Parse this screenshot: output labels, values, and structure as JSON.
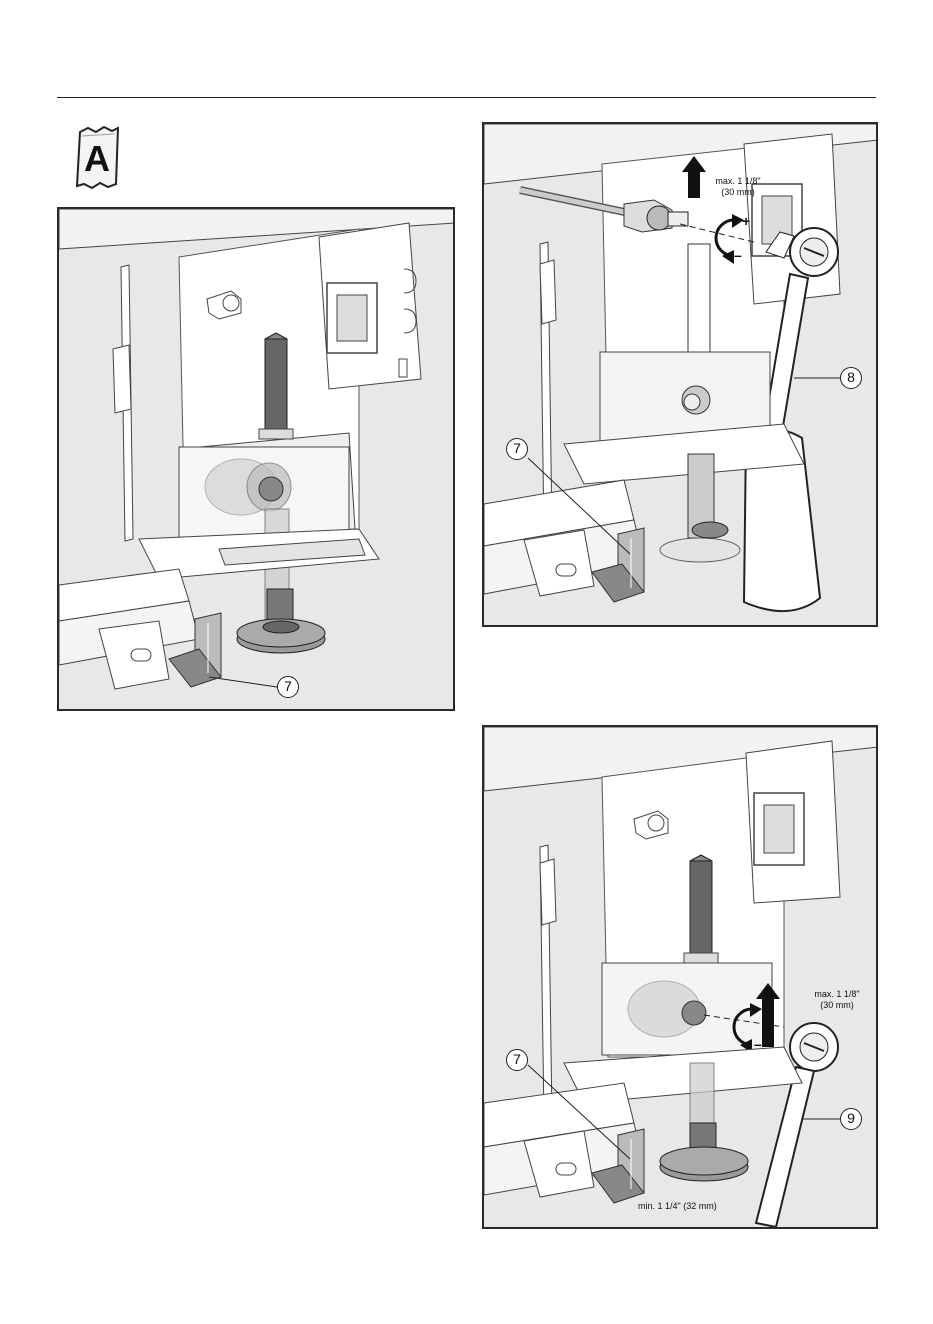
{
  "badge": {
    "letter": "A",
    "icon": "bag-icon"
  },
  "panel_a": {
    "callouts": {
      "item_7": "7"
    }
  },
  "panel_b": {
    "height_limit_line1": "max. 1 1/8\"",
    "height_limit_line2": "(30 mm)",
    "callouts": {
      "item_7": "7",
      "item_8": "8"
    },
    "turn_plus": "+",
    "turn_minus": "–"
  },
  "panel_c": {
    "height_limit_line1": "max. 1 1/8\"",
    "height_limit_line2": "(30 mm)",
    "min_clearance": "min. 1 1/4\" (32 mm)",
    "callouts": {
      "item_7": "7",
      "item_9": "9"
    },
    "turn_plus": "+",
    "turn_minus": "–"
  }
}
